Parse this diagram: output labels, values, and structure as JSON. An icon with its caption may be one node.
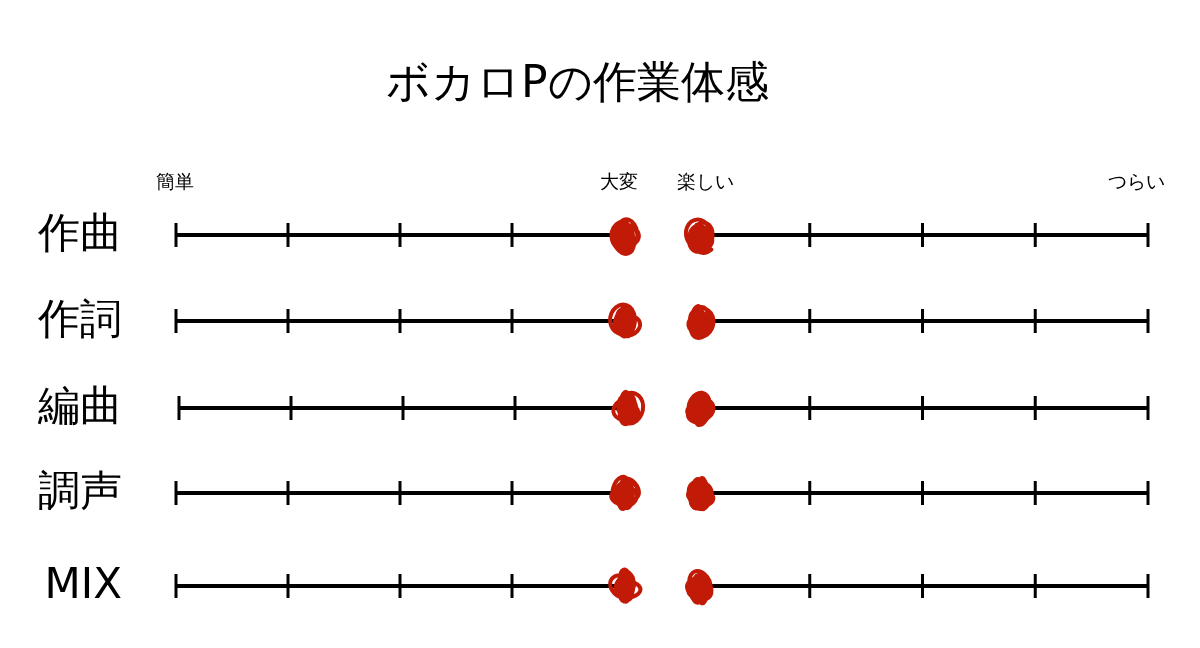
{
  "diagram": {
    "title": "ボカロPの作業体感",
    "labels": [
      "簡単",
      "大変",
      "楽しい",
      "つらい",
      "作曲",
      "作詞",
      "編曲",
      "調声",
      "MIX"
    ]
  }
}
